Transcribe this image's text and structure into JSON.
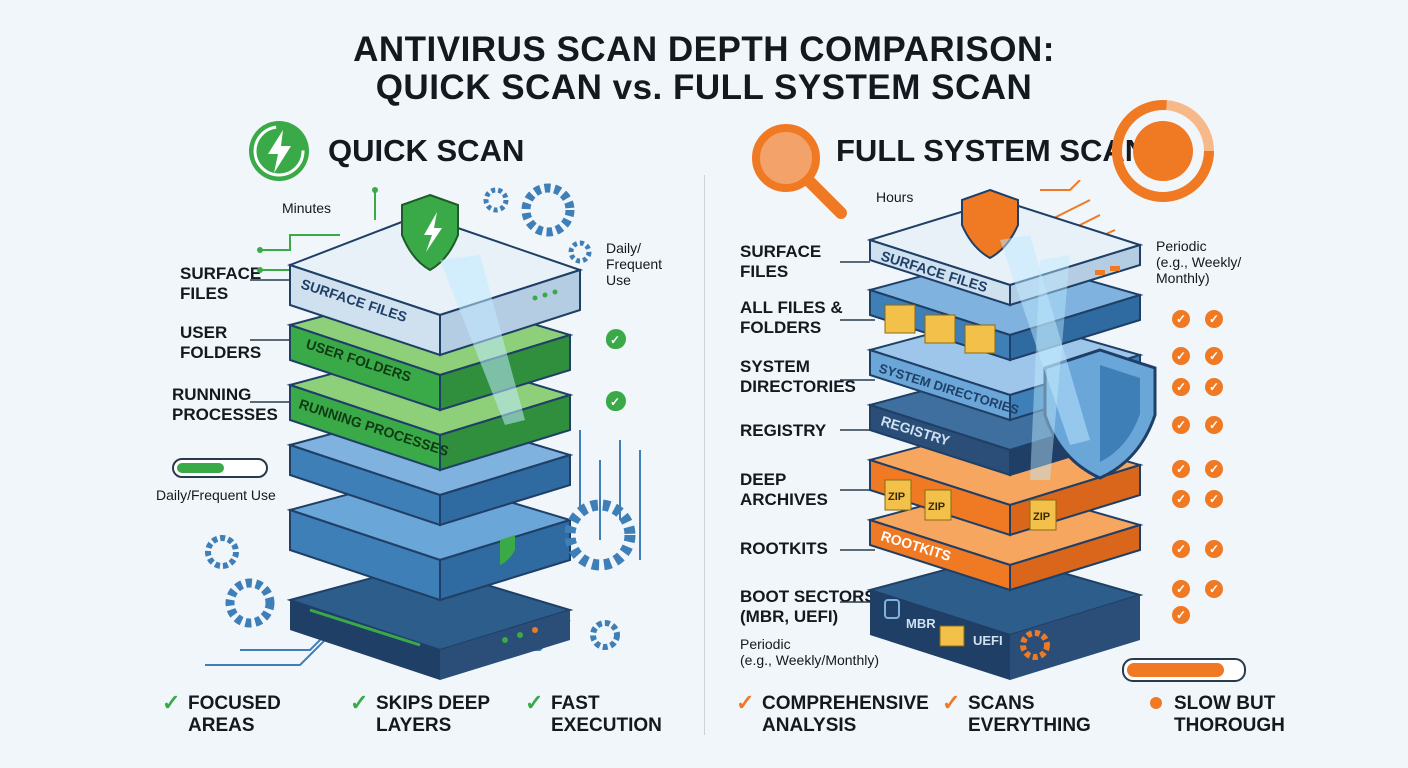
{
  "title": {
    "line1": "ANTIVIRUS SCAN DEPTH COMPARISON:",
    "line2": "QUICK SCAN vs. FULL SYSTEM SCAN"
  },
  "quick": {
    "heading": "QUICK SCAN",
    "time": "Minutes",
    "frequency_top": "Daily/\nFrequent\nUse",
    "frequency_bottom": "Daily/Frequent Use",
    "labels": [
      "SURFACE\nFILES",
      "USER\nFOLDERS",
      "RUNNING\nPROCESSES"
    ],
    "layers": [
      "SURFACE FILES",
      "USER FOLDERS",
      "RUNNING PROCESSES"
    ],
    "progress": 0.55,
    "footer": [
      "FOCUSED\nAREAS",
      "SKIPS DEEP\nLAYERS",
      "FAST\nEXECUTION"
    ]
  },
  "full": {
    "heading": "FULL SYSTEM SCAN",
    "time": "Hours",
    "frequency_top": "Periodic\n(e.g., Weekly/\nMonthly)",
    "frequency_bottom": "Periodic\n(e.g., Weekly/Monthly)",
    "labels": [
      "SURFACE\nFILES",
      "ALL FILES &\nFOLDERS",
      "SYSTEM\nDIRECTORIES",
      "REGISTRY",
      "DEEP\nARCHIVES",
      "ROOTKITS",
      "BOOT SECTORS\n(MBR, UEFI)"
    ],
    "layers": [
      "SURFACE FILES",
      "SYSTEM DIRECTORIES",
      "REGISTRY",
      "ROOTKITS"
    ],
    "zip_label": "ZIP",
    "boot_labels": [
      "MBR",
      "UEFI"
    ],
    "progress": 0.85,
    "footer": [
      "COMPREHENSIVE\nANALYSIS",
      "SCANS\nEVERYTHING",
      "SLOW BUT\nTHOROUGH"
    ]
  },
  "colors": {
    "green": "#3aaa48",
    "orange": "#f07a24",
    "blue": "#3f7fb8",
    "navy": "#1f3f66"
  }
}
